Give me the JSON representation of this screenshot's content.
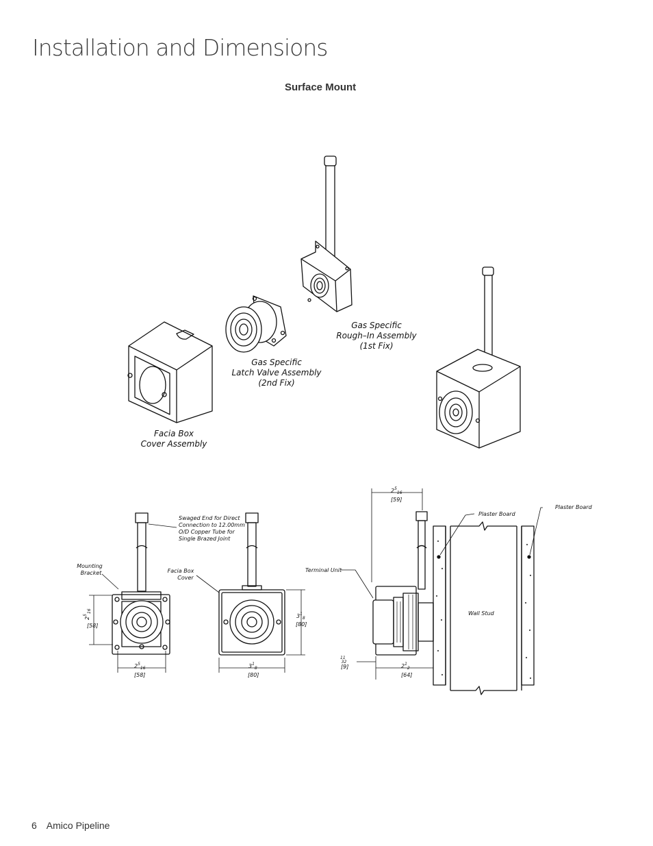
{
  "page": {
    "title": "Installation and Dimensions",
    "section_title": "Surface Mount"
  },
  "labels": {
    "rough_in": [
      "Gas  Specific",
      "Rough–In  Assembly",
      "(1st  Fix)"
    ],
    "latch_valve": [
      "Gas  Specific",
      "Latch  Valve  Assembly",
      "(2nd  Fix)"
    ],
    "facia_box": [
      "Facia  Box",
      "Cover  Assembly"
    ],
    "swaged_end": [
      "Swaged  End  for  Direct",
      "Connection  to  12.00mm",
      "O/D  Copper  Tube  for",
      "Single  Brazed  Joint"
    ],
    "mounting_bracket": [
      "Mounting",
      "Bracket"
    ],
    "facia_box_cover": [
      "Facia  Box",
      "Cover"
    ],
    "terminal_unit": "Terminal  Unit",
    "plaster_board_1": "Plaster  Board",
    "plaster_board_2": "Plaster  Board",
    "wall_stud": "Wall  Stud"
  },
  "dimensions": {
    "bracket_height": {
      "whole": "2",
      "frac_num": "5",
      "frac_den": "16",
      "mm": "[58]"
    },
    "bracket_width": {
      "whole": "2",
      "frac_num": "5",
      "frac_den": "16",
      "mm": "[58]"
    },
    "cover_height": {
      "whole": "3",
      "frac_num": "1",
      "frac_den": "8",
      "mm": "[80]"
    },
    "cover_width": {
      "whole": "3",
      "frac_num": "1",
      "frac_den": "8",
      "mm": "[80]"
    },
    "side_top": {
      "whole": "2",
      "frac_num": "5",
      "frac_den": "16",
      "mm": "[59]"
    },
    "side_left": {
      "frac_num": "11",
      "frac_den": "32",
      "mm": "[9]"
    },
    "side_bottom": {
      "whole": "2",
      "frac_num": "1",
      "frac_den": "2",
      "mm": "[64]"
    }
  },
  "footer": {
    "page_number": "6",
    "publication": "Amico Pipeline"
  }
}
